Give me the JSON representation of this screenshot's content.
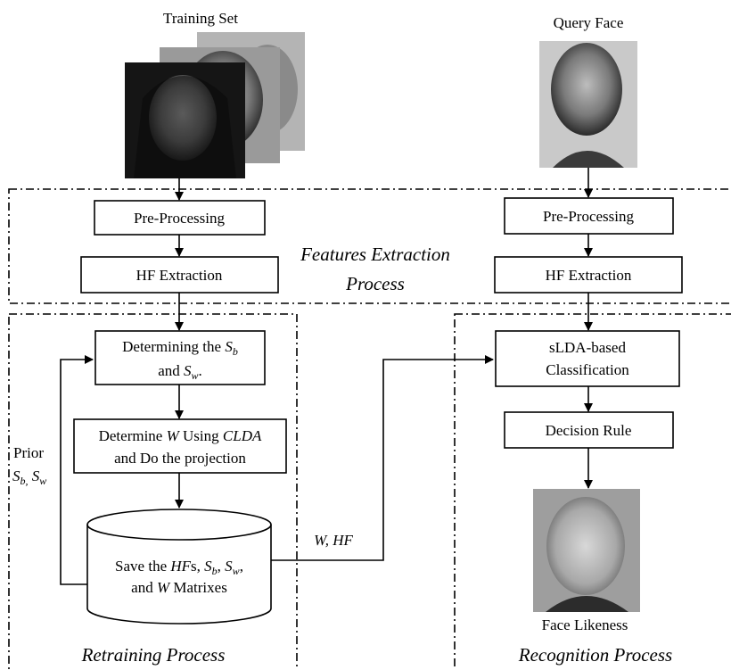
{
  "labels": {
    "training_set": "Training Set",
    "query_face": "Query Face",
    "face_likeness": "Face Likeness",
    "features_extraction_line1": "Features Extraction",
    "features_extraction_line2": "Process",
    "retraining_process": "Retraining Process",
    "recognition_process": "Recognition Process",
    "w_hf": "W, HF",
    "prior": "Prior"
  },
  "boxes": {
    "preprocessing_left": "Pre-Processing",
    "hf_extraction_left": "HF Extraction",
    "determining_sb_sw": {
      "line1": "Determining the ",
      "sb": "S",
      "sb_sub": "b",
      "line2": "and ",
      "sw": "S",
      "sw_sub": "w"
    },
    "determine_w": {
      "line1_pre": "Determine ",
      "w": "W",
      "line1_mid": " Using ",
      "clda": "CLDA",
      "line2": "and Do the projection"
    },
    "save_db": {
      "line1_pre": "Save the ",
      "hfs": "HF",
      "line1_s": "s, ",
      "sb": "S",
      "sb_sub": "b",
      "sw": "S",
      "sw_sub": "w",
      "line2_pre": "and ",
      "w": "W",
      "line2_post": " Matrixes"
    },
    "preprocessing_right": "Pre-Processing",
    "hf_extraction_right": "HF Extraction",
    "slda": {
      "line1": "sLDA-based",
      "line2": "Classification"
    },
    "decision_rule": "Decision Rule"
  },
  "prior_vars": {
    "sb": "S",
    "sb_sub": "b,",
    "sw": "S",
    "sw_sub": "w"
  }
}
